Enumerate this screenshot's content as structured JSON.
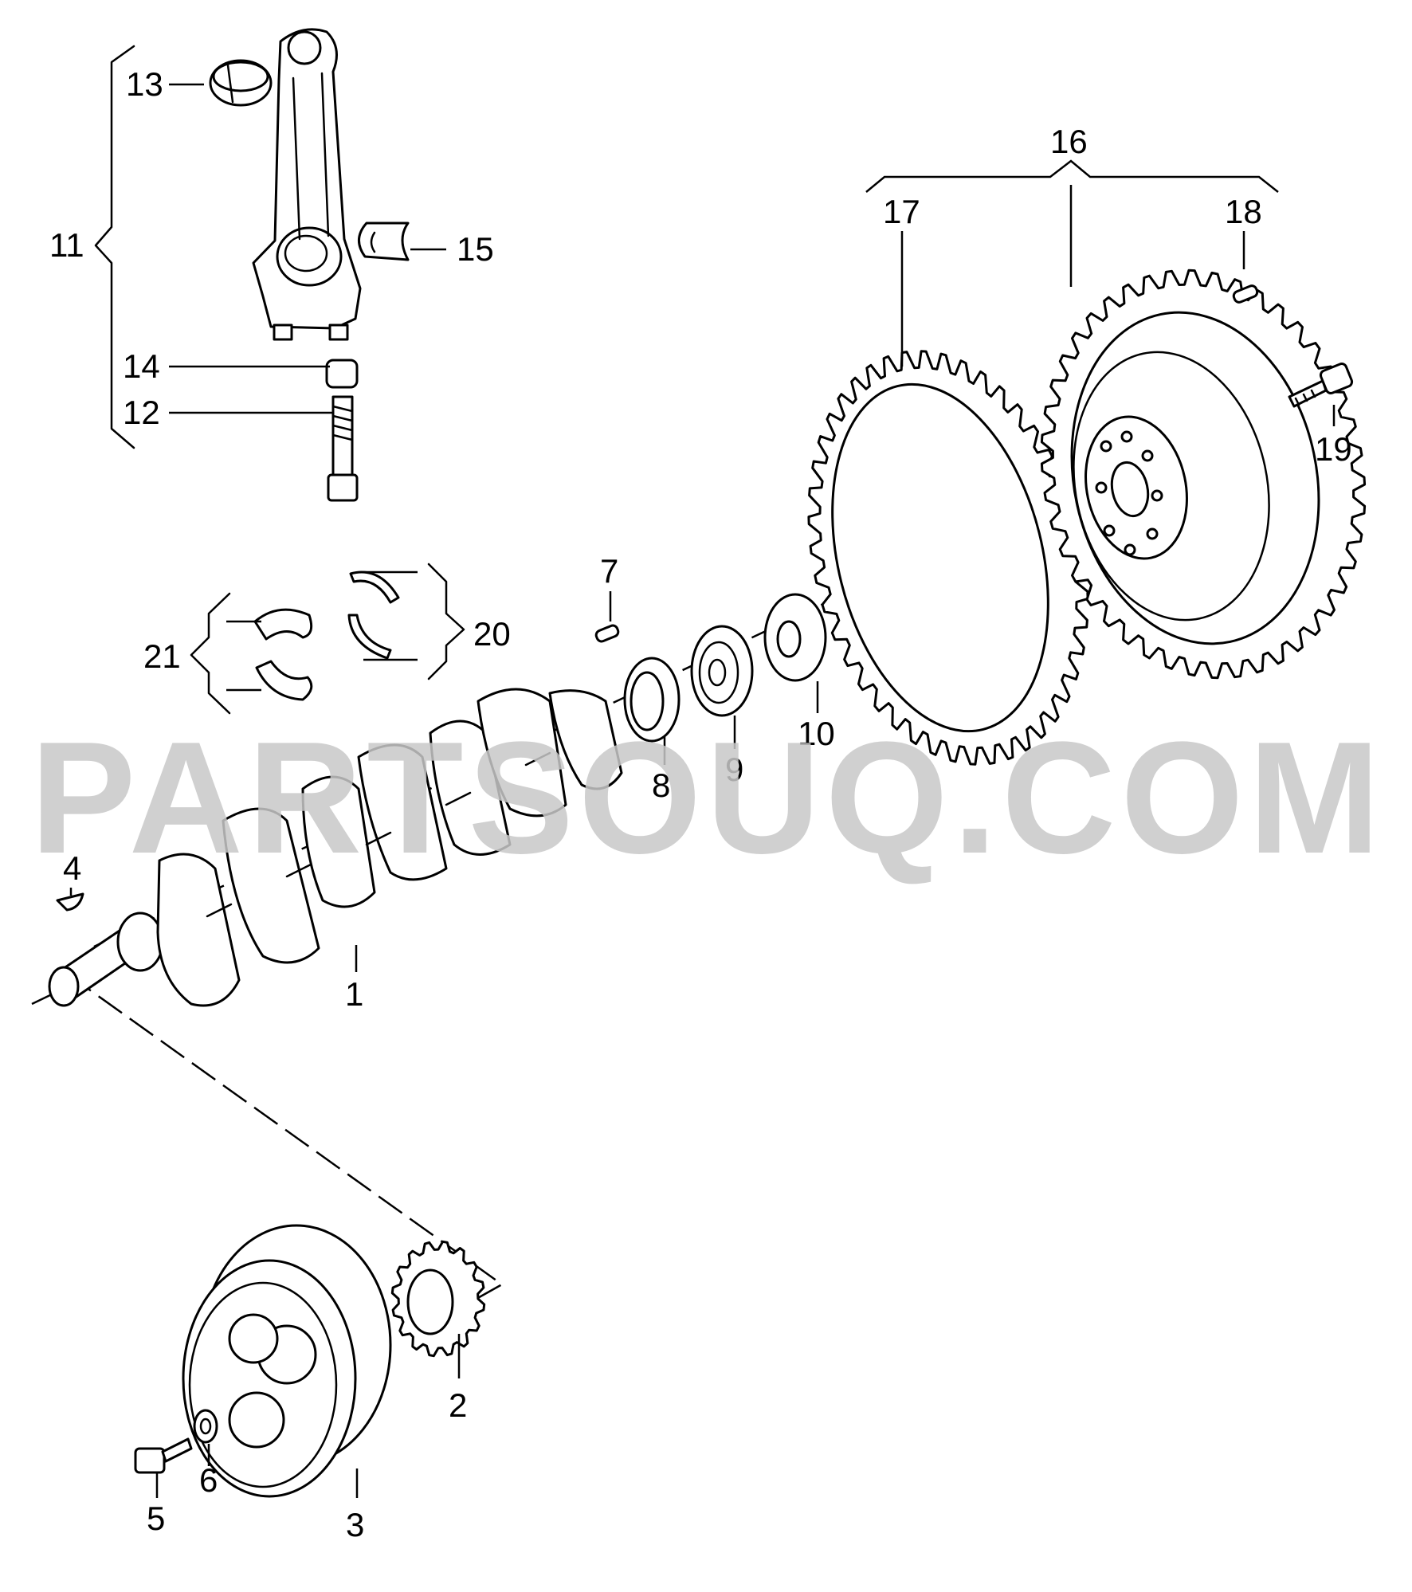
{
  "diagram": {
    "callouts": [
      "1",
      "2",
      "3",
      "4",
      "5",
      "6",
      "7",
      "8",
      "9",
      "10",
      "11",
      "12",
      "13",
      "14",
      "15",
      "16",
      "17",
      "18",
      "19",
      "20",
      "21"
    ]
  },
  "watermark": "PARTSOUQ.COM",
  "colors": {
    "line": "#000000",
    "background": "#ffffff",
    "watermark": "#c8c8c8"
  }
}
